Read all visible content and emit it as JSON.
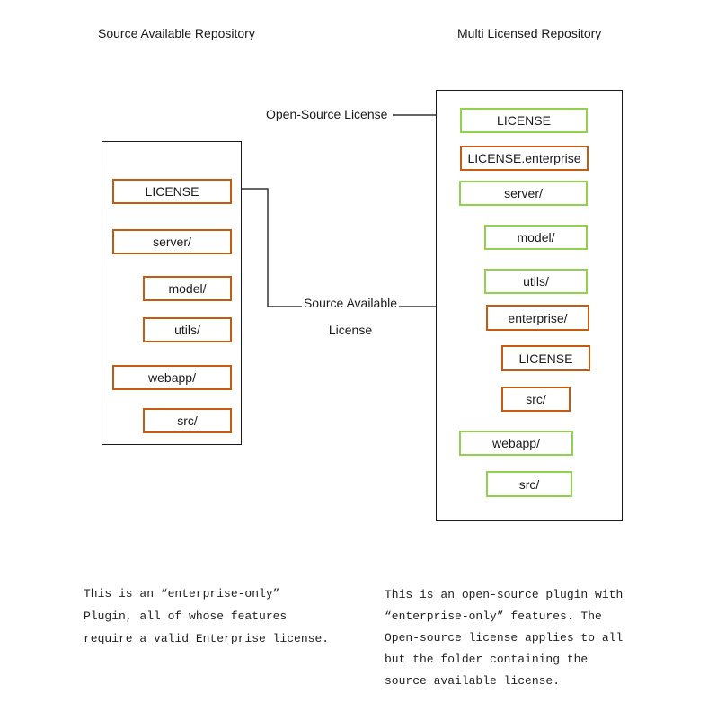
{
  "titles": {
    "left": "Source Available Repository",
    "right": "Multi Licensed Repository"
  },
  "colors": {
    "orange_border": "#C55A11",
    "green_border": "#92D050",
    "connector_line": "#333333",
    "repo_border": "#1a1a1a"
  },
  "left_repo": {
    "items": [
      {
        "label": "LICENSE",
        "color": "orange"
      },
      {
        "label": "server/",
        "color": "orange"
      },
      {
        "label": "model/",
        "color": "orange"
      },
      {
        "label": "utils/",
        "color": "orange"
      },
      {
        "label": "webapp/",
        "color": "orange"
      },
      {
        "label": "src/",
        "color": "orange"
      }
    ]
  },
  "right_repo": {
    "items": [
      {
        "label": "LICENSE",
        "color": "green"
      },
      {
        "label": "LICENSE.enterprise",
        "color": "orange"
      },
      {
        "label": "server/",
        "color": "green"
      },
      {
        "label": "model/",
        "color": "green"
      },
      {
        "label": "utils/",
        "color": "green"
      },
      {
        "label": "enterprise/",
        "color": "orange"
      },
      {
        "label": "LICENSE",
        "color": "orange"
      },
      {
        "label": "src/",
        "color": "orange"
      },
      {
        "label": "webapp/",
        "color": "green"
      },
      {
        "label": "src/",
        "color": "green"
      }
    ]
  },
  "connectors": {
    "open_source_label": "Open-Source License",
    "source_available_label_line1": "Source Available",
    "source_available_label_line2": "License"
  },
  "notes": {
    "left": {
      "lines": [
        "This is an “enterprise-only”",
        "Plugin, all of whose features",
        "require a valid Enterprise license."
      ]
    },
    "right": {
      "lines": [
        "This is an open-source plugin with",
        "“enterprise-only” features. The",
        "Open-source license applies to all",
        "but the folder containing the",
        "source available license."
      ]
    }
  }
}
